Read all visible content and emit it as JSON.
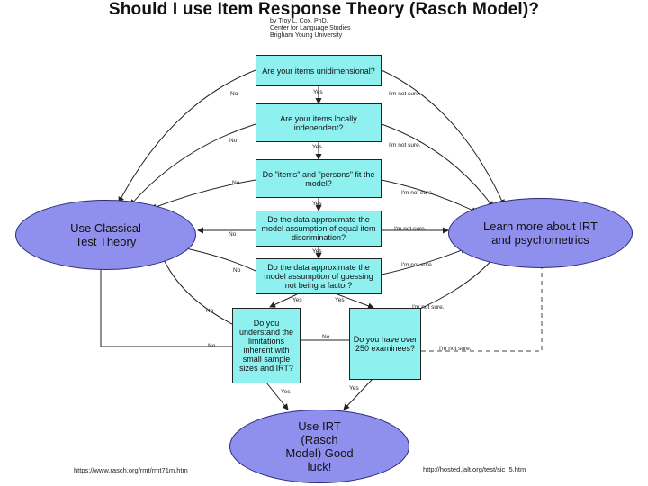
{
  "title": "Should I use Item Response Theory (Rasch Model)?",
  "byline": [
    "by Troy L. Cox, PhD.",
    "Center for Language Studies",
    "Brigham Young University"
  ],
  "questions": {
    "q1": "Are your items unidimensional?",
    "q2": "Are your items locally independent?",
    "q3": "Do \"items\" and \"persons\" fit the model?",
    "q4": "Do the data approximate the model assumption of equal item discrimination?",
    "q5": "Do the data approximate the model assumption of guessing not being a factor?",
    "q6": "Do you understand the limitations inherent with small sample sizes and IRT?",
    "q7": "Do you have over 250 examinees?"
  },
  "outcomes": {
    "ctt": "Use Classical Test Theory",
    "learn": "Learn more about IRT and psychometrics",
    "irt": "Use IRT (Rasch Model) Good luck!"
  },
  "labels": {
    "yes": "Yes",
    "no": "No",
    "not_sure": "I'm not sure."
  },
  "sources": {
    "left": "https://www.rasch.org/rmt/rmt71m.htm",
    "right": "http://hosted.jalt.org/test/sic_5.htm"
  }
}
